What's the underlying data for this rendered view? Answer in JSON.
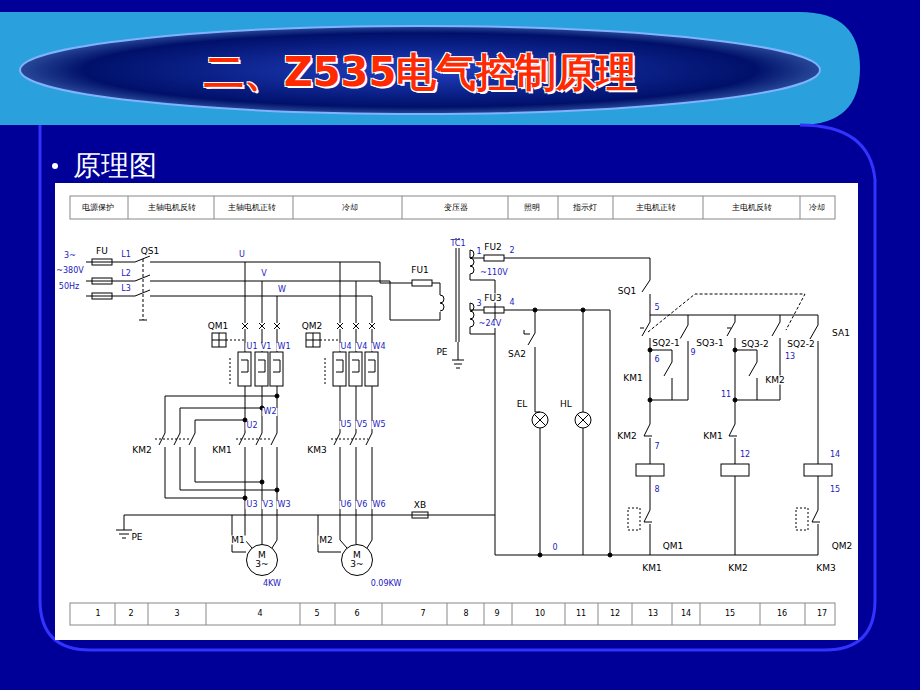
{
  "diagram": {
    "title": "二、Z535电气控制原理",
    "nodes": [
      {
        "text": [
          "M",
          "3~"
        ]
      },
      {
        "text": [
          "M",
          "3~"
        ]
      }
    ],
    "labels": [
      "原理图",
      "电源保护",
      "主轴电机反转",
      "主轴电机正转",
      "冷却",
      "变压器",
      "照明",
      "指示灯",
      "主电机正转",
      "主电机反转",
      "冷却",
      "1",
      "2",
      "3",
      "4",
      "5",
      "6",
      "7",
      "8",
      "9",
      "10",
      "11",
      "12",
      "13",
      "14",
      "15",
      "16",
      "17",
      "3~",
      "~380V",
      "50Hz",
      "FU",
      "L1",
      "L2",
      "L3",
      "QS1",
      "U",
      "V",
      "W",
      "QM1",
      "QM2",
      "U1",
      "V1",
      "W1",
      "U4",
      "V4",
      "W4",
      "W2",
      "U2",
      "KM2",
      "KM1",
      "KM3",
      "U5",
      "V5",
      "W5",
      "U3",
      "V3",
      "W3",
      "U6",
      "V6",
      "W6",
      "XB",
      "PE",
      "M1",
      "M2",
      "4KW",
      "0.09KW",
      "TC1",
      "FU2",
      "1",
      "2",
      "~110V",
      "FU3",
      "3",
      "4",
      "~24V",
      "FU1",
      "PE",
      "SA2",
      "EL",
      "HL",
      "0",
      "SQ1",
      "5",
      "SQ2-1",
      "6",
      "SQ3-1",
      "9",
      "SQ3-2",
      "SQ2-2",
      "13",
      "SA1",
      "KM1",
      "KM2",
      "11",
      "KM2",
      "7",
      "KM1",
      "12",
      "14",
      "8",
      "15",
      "QM1",
      "QM2",
      "KM1",
      "KM2",
      "KM3"
    ]
  }
}
